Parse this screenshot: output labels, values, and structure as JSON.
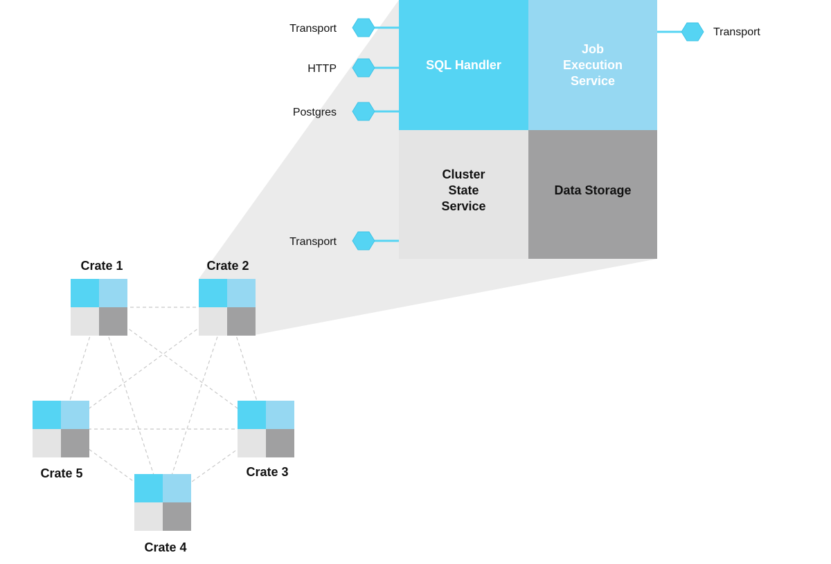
{
  "colors": {
    "sql_handler": "#55d4f3",
    "job_execution": "#96d8f2",
    "cluster_state": "#e4e4e4",
    "data_storage": "#a0a0a1",
    "port": "#55d4f3",
    "projection": "#ebebeb",
    "mesh_line": "#c8c8c8",
    "text_dark": "#111111",
    "text_light": "#ffffff"
  },
  "node_detail": {
    "blocks": {
      "sql_handler": {
        "lines": [
          "SQL Handler"
        ]
      },
      "job_execution": {
        "lines": [
          "Job",
          "Execution",
          "Service"
        ]
      },
      "cluster_state": {
        "lines": [
          "Cluster",
          "State",
          "Service"
        ]
      },
      "data_storage": {
        "lines": [
          "Data Storage"
        ]
      }
    },
    "ports": {
      "sql_transport": "Transport",
      "sql_http": "HTTP",
      "sql_postgres": "Postgres",
      "cluster_transport": "Transport",
      "job_transport": "Transport"
    }
  },
  "cluster": {
    "nodes": [
      {
        "id": "crate-1",
        "label": "Crate 1"
      },
      {
        "id": "crate-2",
        "label": "Crate 2"
      },
      {
        "id": "crate-3",
        "label": "Crate 3"
      },
      {
        "id": "crate-4",
        "label": "Crate 4"
      },
      {
        "id": "crate-5",
        "label": "Crate 5"
      }
    ],
    "detail_of": "crate-2"
  }
}
